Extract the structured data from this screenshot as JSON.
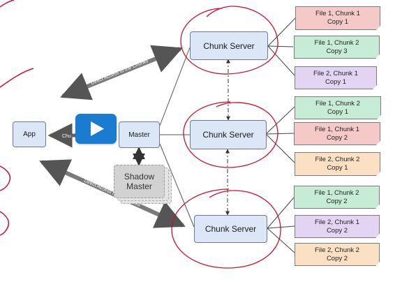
{
  "nodes": {
    "app": "App",
    "master": "Master",
    "shadow_master_line1": "Shadow",
    "shadow_master_line2": "Master",
    "chunk_server": "Chunk Server"
  },
  "edge_labels": {
    "upper_direct": "Direct Access to the Chunks",
    "lower_direct": "Direct Access to the Chunks",
    "app_master_partial": "Chu"
  },
  "chunks": [
    {
      "line1": "File 1, Chunk 1",
      "line2": "Copy 1",
      "color": "#f6c9c9"
    },
    {
      "line1": "File 1, Chunk 2",
      "line2": "Copy 3",
      "color": "#c7ecd6"
    },
    {
      "line1": "File 2, Chunk 1",
      "line2": "Copy 1",
      "color": "#e3d4f3"
    },
    {
      "line1": "File 1, Chunk 2",
      "line2": "Copy 1",
      "color": "#c7ecd6"
    },
    {
      "line1": "File 1, Chunk 1",
      "line2": "Copy 2",
      "color": "#f6c9c9"
    },
    {
      "line1": "File 2, Chunk 2",
      "line2": "Copy 1",
      "color": "#fbe0c4"
    },
    {
      "line1": "File 1, Chunk 2",
      "line2": "Copy 2",
      "color": "#c7ecd6"
    },
    {
      "line1": "File 2, Chunk 1",
      "line2": "Copy 2",
      "color": "#e3d4f3"
    },
    {
      "line1": "File 2, Chunk 2",
      "line2": "Copy 2",
      "color": "#fbe0c4"
    }
  ],
  "colors": {
    "box_fill": "#dbe7f7",
    "box_border": "#6b7b93",
    "annotation_red": "#c8102e",
    "play_button": "#1a7bd0"
  },
  "icons": {
    "play": "play-icon"
  }
}
